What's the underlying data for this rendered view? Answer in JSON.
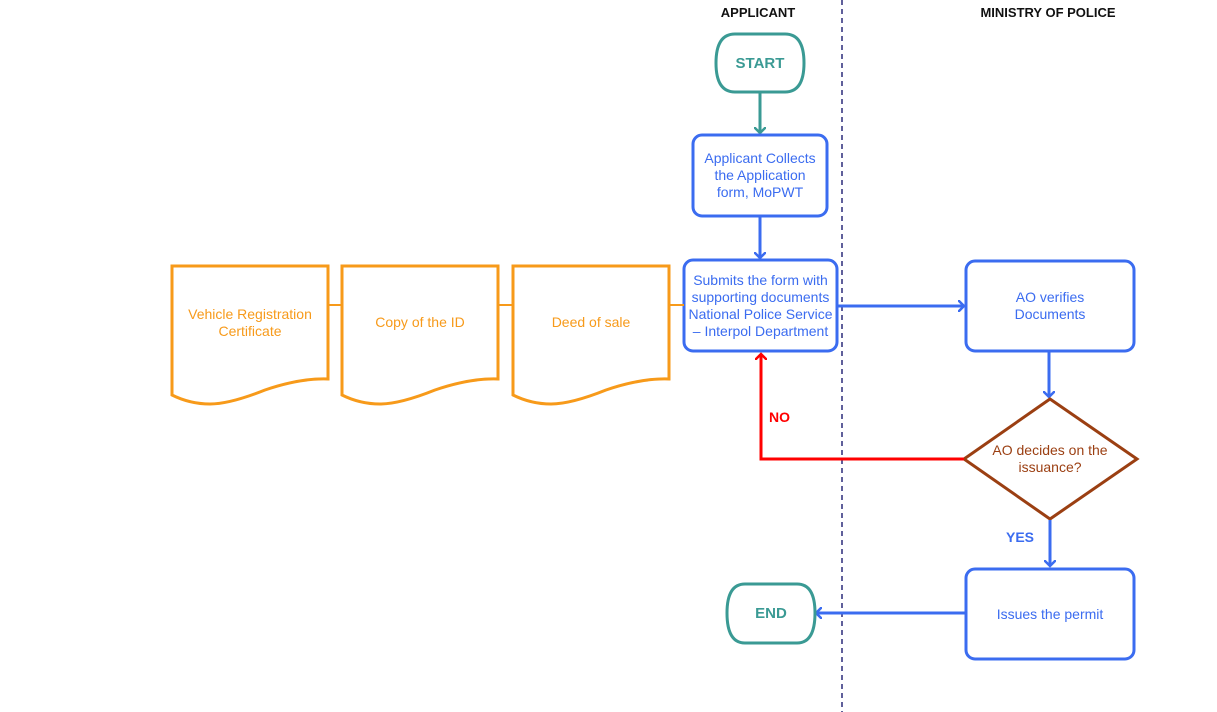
{
  "lanes": {
    "applicant": "APPLICANT",
    "ministry": "MINISTRY OF POLICE"
  },
  "nodes": {
    "start": "START",
    "collect_form": "Applicant Collects the Application form, MoPWT",
    "submit_form": "Submits the form with supporting documents National Police Service – Interpol Department",
    "verify_docs": "AO verifies Documents",
    "decision": "AO decides on the issuance?",
    "issue_permit": "Issues the permit",
    "end": "END"
  },
  "documents": [
    "Vehicle Registration Certificate",
    "Copy of the ID",
    "Deed of sale"
  ],
  "edge_labels": {
    "no": "NO",
    "yes": "YES"
  },
  "colors": {
    "teal": "#3a9a94",
    "blue": "#3b6cf0",
    "orange": "#f79a1a",
    "brown": "#9b3f12",
    "red": "#ff0000",
    "divider": "#2b2b7a"
  }
}
